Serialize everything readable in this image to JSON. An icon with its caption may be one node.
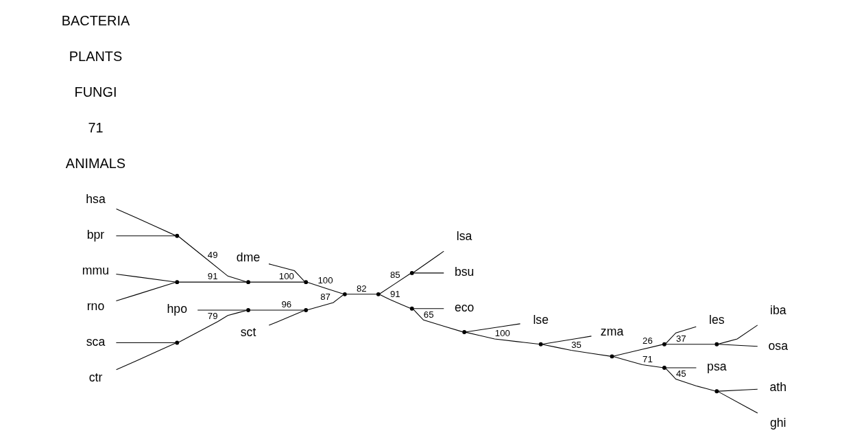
{
  "diagram": {
    "nodes": [
      {
        "text": [
          "dme"
        ]
      },
      {
        "text": [
          "hsa"
        ]
      },
      {
        "text": [
          "bpr"
        ]
      },
      {
        "text": [
          "mmu"
        ]
      },
      {
        "text": [
          "rno"
        ]
      },
      {
        "text": [
          "sct"
        ]
      },
      {
        "text": [
          "hpo"
        ]
      },
      {
        "text": [
          "sca"
        ]
      },
      {
        "text": [
          "ctr"
        ]
      },
      {
        "text": [
          "lsa"
        ]
      },
      {
        "text": [
          "bsu"
        ]
      },
      {
        "text": [
          "eco"
        ]
      },
      {
        "text": [
          "lse"
        ]
      },
      {
        "text": [
          "iba"
        ]
      },
      {
        "text": [
          "osa"
        ]
      },
      {
        "text": [
          "les"
        ]
      },
      {
        "text": [
          "ath"
        ]
      },
      {
        "text": [
          "ghi"
        ]
      },
      {
        "text": [
          "psa"
        ]
      },
      {
        "text": [
          "zma"
        ]
      },
      {
        "text": [],
        "shape": "point"
      },
      {
        "text": [],
        "shape": "point"
      },
      {
        "text": [],
        "shape": "point"
      },
      {
        "text": [],
        "shape": "point"
      },
      {
        "text": [],
        "shape": "point"
      },
      {
        "text": [],
        "shape": "point"
      },
      {
        "text": [],
        "shape": "point"
      },
      {
        "text": [],
        "shape": "point"
      },
      {
        "text": [],
        "shape": "point"
      },
      {
        "text": [],
        "shape": "point"
      },
      {
        "text": [],
        "shape": "point"
      },
      {
        "text": [],
        "shape": "point"
      },
      {
        "text": [],
        "shape": "point"
      },
      {
        "text": [],
        "shape": "point"
      },
      {
        "text": [],
        "shape": "point"
      },
      {
        "text": [],
        "shape": "point"
      },
      {
        "text": [],
        "shape": "point"
      },
      {
        "text": [],
        "shape": "point"
      }
    ],
    "edges": [
      {
        "from": 1,
        "to": 20,
        "arrow": "none"
      },
      {
        "from": 2,
        "to": 20,
        "arrow": "none"
      },
      {
        "from": 3,
        "to": 21,
        "arrow": "none"
      },
      {
        "from": 4,
        "to": 21,
        "arrow": "none"
      },
      {
        "from": 20,
        "to": 22,
        "arrow": "none",
        "label": "49"
      },
      {
        "from": 21,
        "to": 22,
        "arrow": "none",
        "label": "91"
      },
      {
        "from": 0,
        "to": 23,
        "arrow": "none"
      },
      {
        "from": 22,
        "to": 23,
        "arrow": "none",
        "label": "100"
      },
      {
        "from": 23,
        "to": 27,
        "arrow": "none",
        "label": "100"
      },
      {
        "from": 7,
        "to": 24,
        "arrow": "none"
      },
      {
        "from": 8,
        "to": 24,
        "arrow": "none"
      },
      {
        "from": 6,
        "to": 25,
        "arrow": "none"
      },
      {
        "from": 24,
        "to": 25,
        "arrow": "none",
        "label": "79"
      },
      {
        "from": 5,
        "to": 26,
        "arrow": "none"
      },
      {
        "from": 25,
        "to": 26,
        "arrow": "none",
        "label": "96"
      },
      {
        "from": 26,
        "to": 27,
        "arrow": "none",
        "label": "87"
      },
      {
        "from": 27,
        "to": 28,
        "arrow": "none",
        "label": "82"
      },
      {
        "from": 28,
        "to": 29,
        "arrow": "none",
        "label": "85"
      },
      {
        "from": 29,
        "to": 9,
        "arrow": "none"
      },
      {
        "from": 29,
        "to": 10,
        "arrow": "none"
      },
      {
        "from": 28,
        "to": 30,
        "arrow": "none",
        "label": "91"
      },
      {
        "from": 30,
        "to": 11,
        "arrow": "none"
      },
      {
        "from": 30,
        "to": 31,
        "arrow": "none",
        "label": "65"
      },
      {
        "from": 31,
        "to": 12,
        "arrow": "none"
      },
      {
        "from": 31,
        "to": 32,
        "arrow": "none",
        "label": "100"
      },
      {
        "from": 32,
        "to": 37,
        "arrow": "none",
        "label": "35"
      },
      {
        "from": 32,
        "to": 19,
        "arrow": "none"
      },
      {
        "from": 37,
        "to": 34,
        "arrow": "none",
        "label": "26"
      },
      {
        "from": 34,
        "to": 33,
        "arrow": "none",
        "label": "37"
      },
      {
        "from": 33,
        "to": 13,
        "arrow": "none"
      },
      {
        "from": 33,
        "to": 14,
        "arrow": "none"
      },
      {
        "from": 34,
        "to": 15,
        "arrow": "none"
      },
      {
        "from": 37,
        "to": 36,
        "arrow": "none",
        "label": "71"
      },
      {
        "from": 36,
        "to": 35,
        "arrow": "none",
        "label": "45"
      },
      {
        "from": 35,
        "to": 16,
        "arrow": "none"
      },
      {
        "from": 35,
        "to": 17,
        "arrow": "none"
      },
      {
        "from": 36,
        "to": 18,
        "arrow": "none"
      }
    ],
    "labels": [
      "ANIMALS",
      "71",
      "FUNGI",
      "PLANTS",
      "BACTERIA"
    ]
  }
}
